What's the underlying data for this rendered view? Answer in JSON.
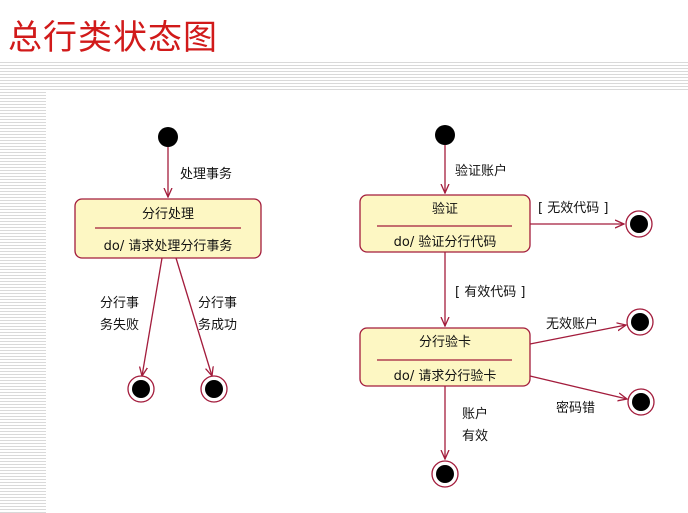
{
  "title": "总行类状态图",
  "left": {
    "start_label": "处理事务",
    "state": {
      "name": "分行处理",
      "activity": "do/ 请求处理分行事务"
    },
    "fail_label": [
      "分行事",
      "务失败"
    ],
    "success_label": [
      "分行事",
      "务成功"
    ]
  },
  "right": {
    "start_label": "验证账户",
    "verify": {
      "name": "验证",
      "activity": "do/ 验证分行代码"
    },
    "invalid_code": "[ 无效代码 ]",
    "valid_code": "[ 有效代码 ]",
    "card": {
      "name": "分行验卡",
      "activity": "do/ 请求分行验卡"
    },
    "invalid_account": "无效账户",
    "wrong_password": "密码错",
    "valid_account": [
      "账户",
      "有效"
    ]
  },
  "colors": {
    "title": "#d11a1a",
    "state_fill": "#fdf7c3",
    "state_stroke": "#a31c3c"
  }
}
